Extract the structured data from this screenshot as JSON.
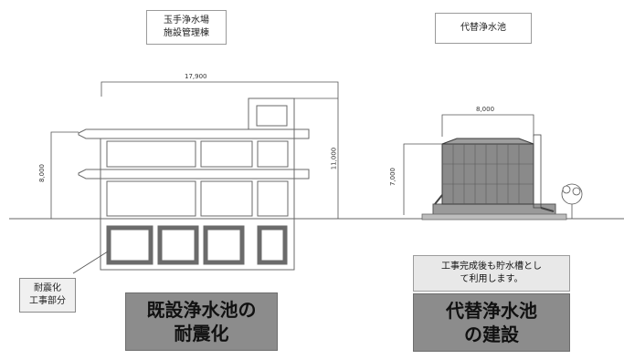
{
  "left_building": {
    "label_line1": "玉手浄水場",
    "label_line2": "施設管理棟",
    "dim_width": "17,900",
    "dim_height_left": "8,000",
    "dim_height_right": "11,000",
    "note_line1": "耐震化",
    "note_line2": "工事部分",
    "caption_line1": "既設浄水池の",
    "caption_line2": "耐震化"
  },
  "right_tank": {
    "label": "代替浄水池",
    "dim_width": "8,000",
    "dim_height": "7,000",
    "info_line1": "工事完成後も貯水槽とし",
    "info_line2": "て利用します。",
    "caption_line1": "代替浄水池",
    "caption_line2": "の建設"
  },
  "colors": {
    "caption_bg": "#8c8c8c",
    "tank_fill": "#8a8a8a",
    "structure_line": "#555555"
  }
}
